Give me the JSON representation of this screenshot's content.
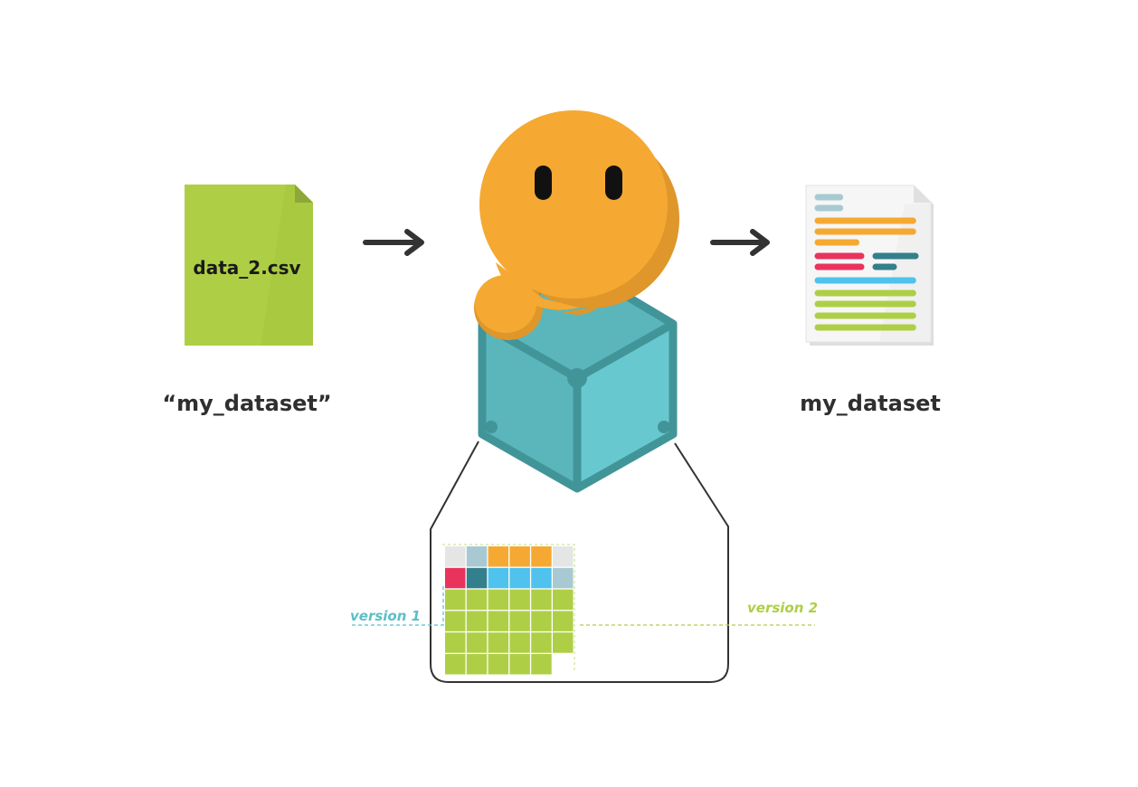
{
  "input_file": {
    "filename": "data_2.csv",
    "dataset_name": "“my_dataset”"
  },
  "output_file": {
    "dataset_name": "my_dataset"
  },
  "versions": {
    "v1_label": "version 1",
    "v2_label": "version 2"
  },
  "colors": {
    "file_green": "#aecf45",
    "mascot_orange": "#f5a932",
    "mascot_shadow": "#df962a",
    "cube_teal": "#5bb6bb",
    "cube_dark": "#419599",
    "cube_light": "#67c9cf",
    "arrow": "#333333",
    "v1": "#5bbfc7",
    "v2": "#aecf45",
    "cell_gray": "#e5e5e5",
    "cell_blue_gray": "#a9c9d2",
    "cell_orange": "#f5a932",
    "cell_red": "#e9335c",
    "cell_dark_teal": "#347f8c",
    "cell_sky": "#4fc2ed",
    "cell_green": "#aecf45"
  },
  "grid_rows": [
    [
      "gray",
      "blue-gray",
      "orange",
      "orange",
      "orange",
      "gray"
    ],
    [
      "red",
      "dark-teal",
      "sky",
      "sky",
      "sky",
      "blue-gray"
    ],
    [
      "green",
      "green",
      "green",
      "green",
      "green",
      "green"
    ],
    [
      "green",
      "green",
      "green",
      "green",
      "green",
      "green"
    ],
    [
      "green",
      "green",
      "green",
      "green",
      "green",
      "green"
    ],
    [
      "green",
      "green",
      "green",
      "green",
      "green",
      "empty"
    ]
  ],
  "doc_lines": [
    {
      "color": "blue-gray",
      "len": 0.22
    },
    {
      "color": "blue-gray",
      "len": 0.22
    },
    {
      "color": "orange",
      "len": 0.94
    },
    {
      "color": "orange",
      "len": 0.94
    },
    {
      "color": "orange",
      "len": 0.38
    },
    {
      "color": "red-teal",
      "len": 1
    },
    {
      "color": "red-teal-short",
      "len": 1
    },
    {
      "color": "sky",
      "len": 0.94
    },
    {
      "color": "green",
      "len": 0.94
    },
    {
      "color": "green",
      "len": 0.94
    },
    {
      "color": "green",
      "len": 0.94
    },
    {
      "color": "green",
      "len": 0.94
    }
  ]
}
